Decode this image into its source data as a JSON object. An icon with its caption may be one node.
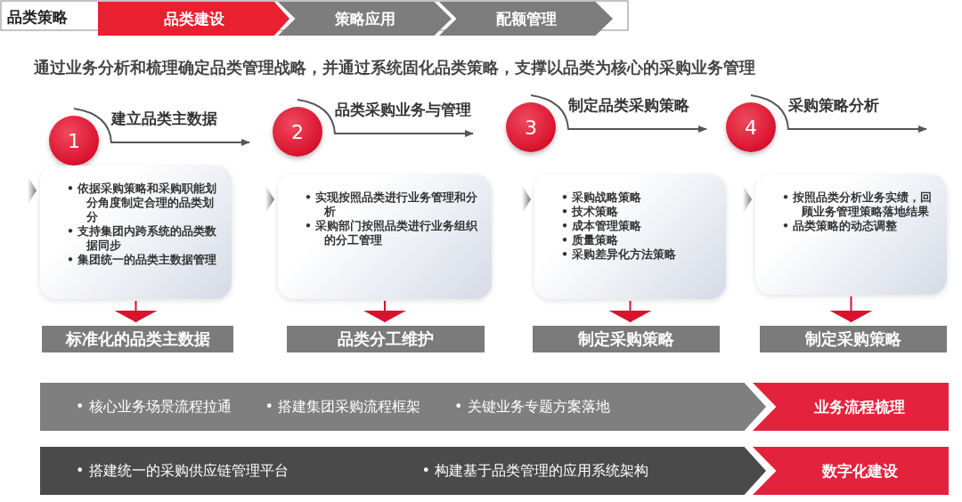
{
  "diagram": {
    "title": "品类策略",
    "nodes": [
      {
        "text": [
          "品类建设"
        ]
      },
      {
        "text": [
          "策略应用"
        ]
      },
      {
        "text": [
          "配额管理"
        ]
      },
      {
        "text": [
          "1"
        ],
        "beside": [
          "建立品类主数据"
        ]
      },
      {
        "text": [
          "• 依据采购策略和采购职能划分角度制定合理的品类划分",
          "• 支持集团内跨系统的品类数据同步",
          "• 集团统一的品类主数据管理"
        ]
      },
      {
        "text": [
          "标准化的品类主数据"
        ]
      },
      {
        "text": [
          "2"
        ],
        "beside": [
          "品类采购业务与管理"
        ]
      },
      {
        "text": [
          "• 实现按照品类进行业务管理和分析",
          "• 采购部门按照品类进行业务组织的分工管理"
        ]
      },
      {
        "text": [
          "品类分工维护"
        ]
      },
      {
        "text": [
          "3"
        ],
        "beside": [
          "制定品类采购策略"
        ]
      },
      {
        "text": [
          "• 采购战略策略",
          "• 技术策略",
          "• 成本管理策略",
          "• 质量策略",
          "• 采购差异化方法策略"
        ]
      },
      {
        "text": [
          "制定采购策略"
        ]
      },
      {
        "text": [
          "4"
        ],
        "beside": [
          "采购策略分析"
        ]
      },
      {
        "text": [
          "• 按照品类分析业务实绩，回顾业务管理策略落地结果",
          "• 品类策略的动态调整"
        ]
      },
      {
        "text": [
          "制定采购策略"
        ]
      },
      {
        "text": [
          "• 核心业务场景流程拉通",
          "• 搭建集团采购流程框架",
          "• 关键业务专题方案落地"
        ]
      },
      {
        "text": [
          "业务流程梳理"
        ]
      },
      {
        "text": [
          "• 搭建统一的采购供应链管理平台",
          "• 构建基于品类管理的应用系统架构"
        ]
      },
      {
        "text": [
          "数字化建设"
        ]
      }
    ],
    "edges": [
      {
        "from": 4,
        "to": 5,
        "arrow": "to"
      },
      {
        "from": 7,
        "to": 8,
        "arrow": "to"
      },
      {
        "from": 10,
        "to": 11,
        "arrow": "to"
      },
      {
        "from": 13,
        "to": 14,
        "arrow": "to"
      }
    ],
    "labels": [
      "通过业务分析和梳理确定品类管理战略，并通过系统固化品类策略，支撑以品类为核心的采购业务管理"
    ]
  }
}
